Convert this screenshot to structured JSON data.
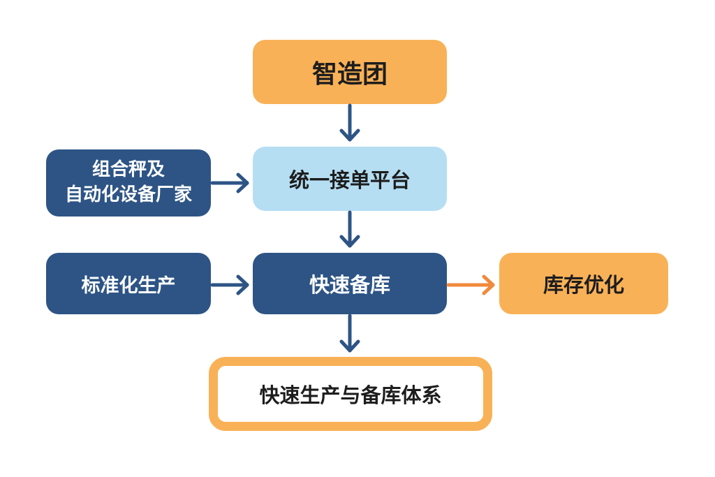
{
  "nodes": {
    "top": "智造团",
    "platform": "统一接单平台",
    "supplier_line1": "组合秤及",
    "supplier_line2": "自动化设备厂家",
    "standard_production": "标准化生产",
    "fast_stock": "快速备库",
    "inventory_opt": "库存优化",
    "system": "快速生产与备库体系"
  },
  "colors": {
    "orange": "#F9B157",
    "light_blue": "#B5DEF3",
    "navy": "#2D5485",
    "arrow_blue": "#2D5485",
    "arrow_orange": "#F08A3C"
  }
}
